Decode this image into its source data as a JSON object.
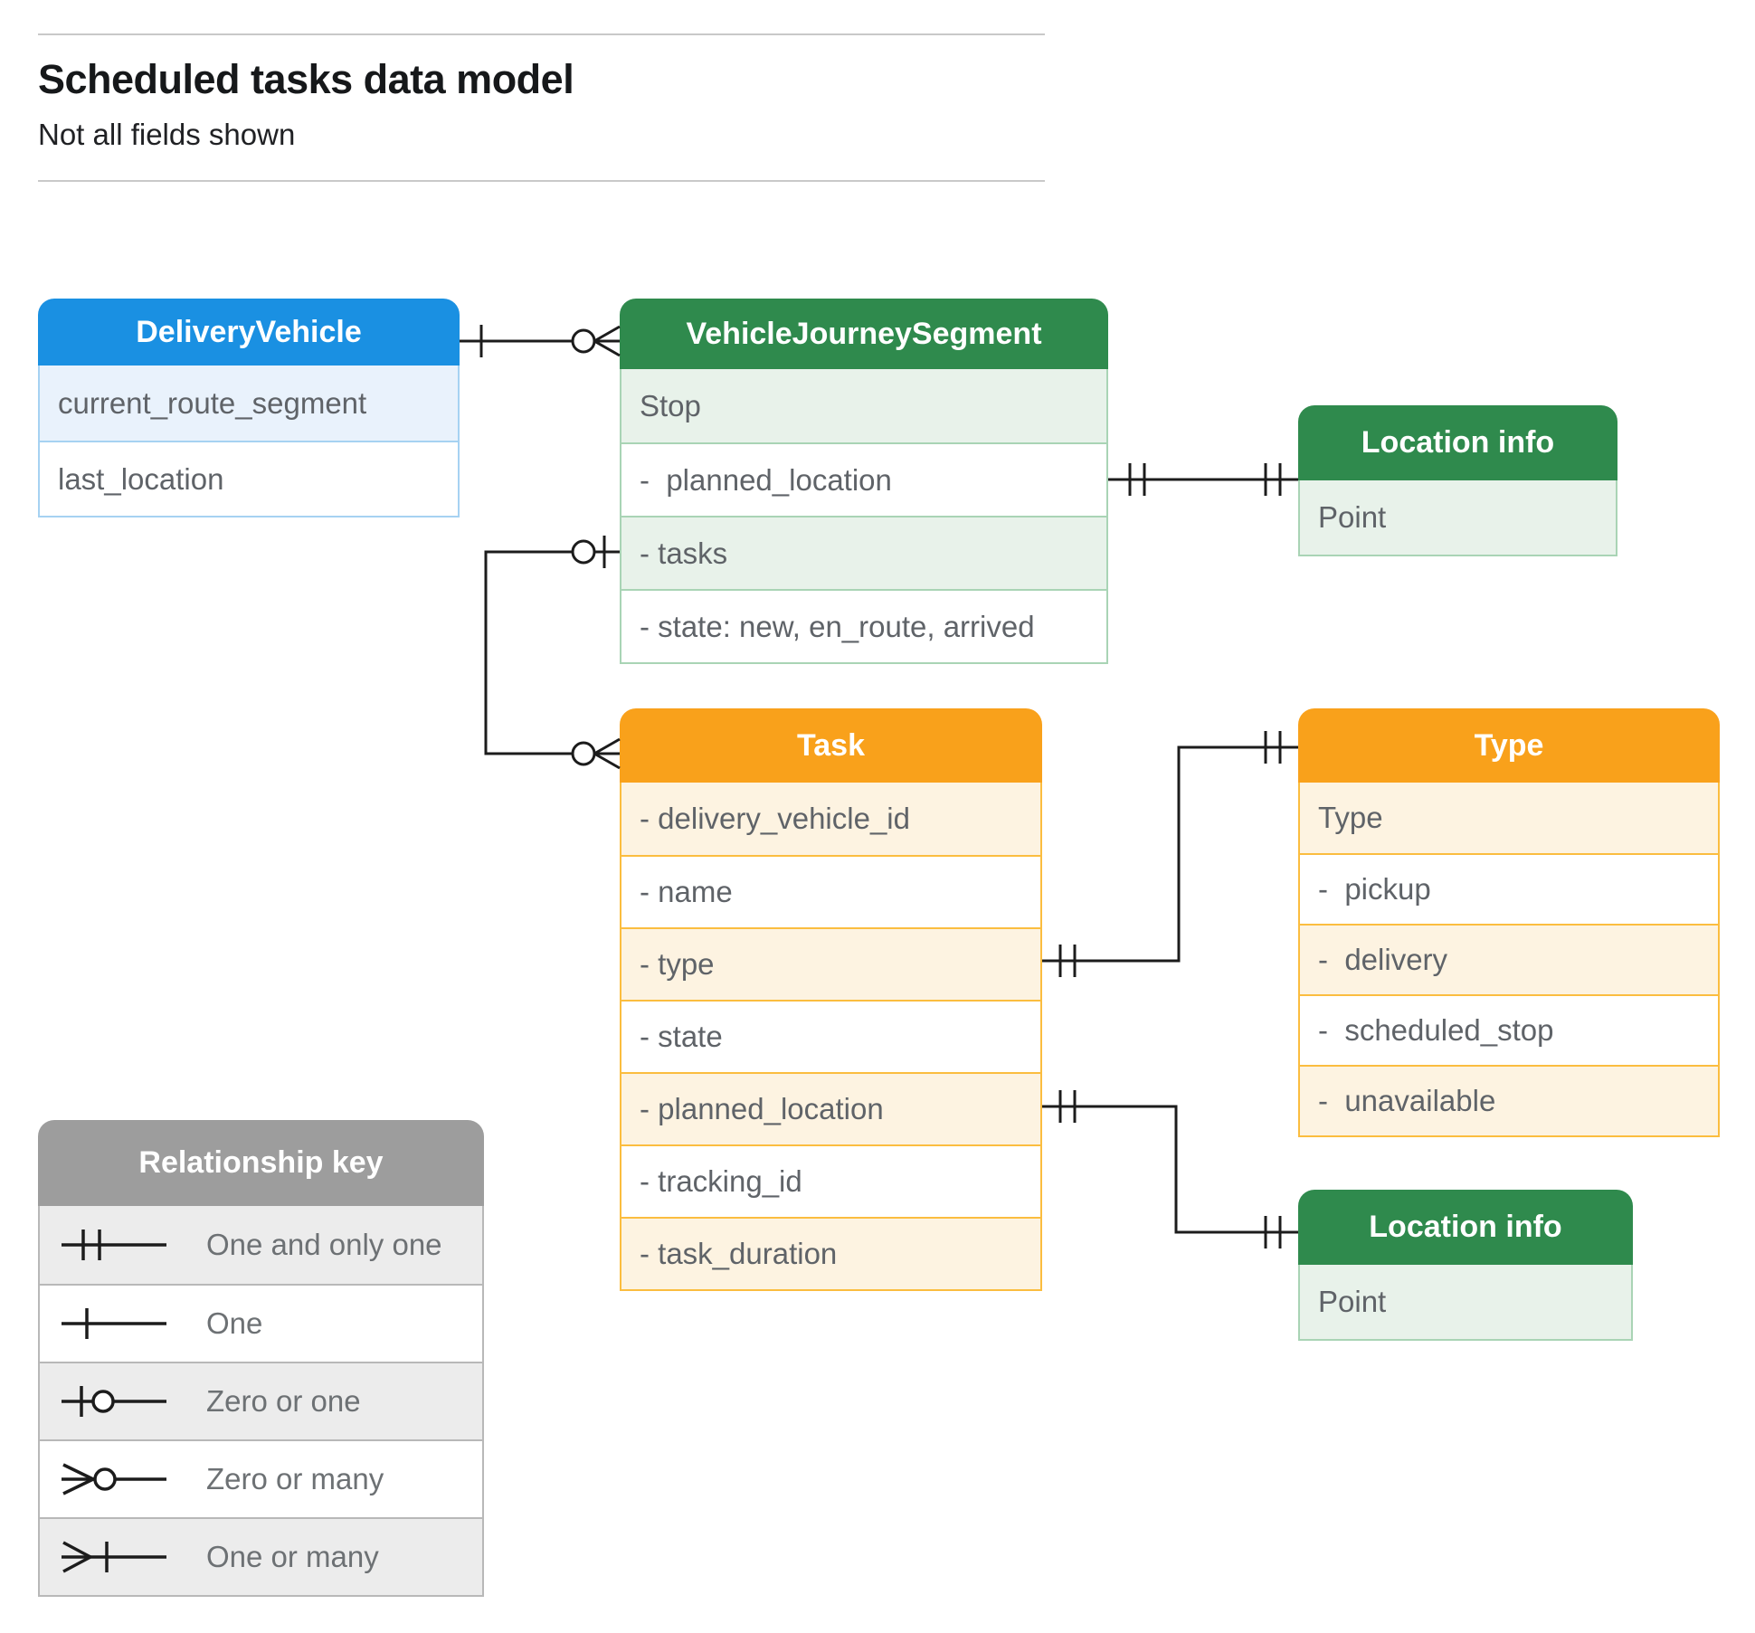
{
  "title": {
    "heading": "Scheduled tasks data model",
    "subheading": "Not all fields shown"
  },
  "entities": {
    "delivery_vehicle": {
      "name": "DeliveryVehicle",
      "rows": [
        "current_route_segment",
        "last_location"
      ]
    },
    "vehicle_journey_segment": {
      "name": "VehicleJourneySegment",
      "rows": [
        "Stop",
        "-  planned_location",
        "- tasks",
        "- state: new, en_route, arrived"
      ]
    },
    "location_info_top": {
      "name": "Location info",
      "rows": [
        "Point"
      ]
    },
    "task": {
      "name": "Task",
      "rows": [
        "- delivery_vehicle_id",
        "- name",
        "- type",
        "- state",
        "- planned_location",
        "- tracking_id",
        "- task_duration"
      ]
    },
    "type": {
      "name": "Type",
      "rows": [
        "Type",
        "-  pickup",
        "-  delivery",
        "-  scheduled_stop",
        "-  unavailable"
      ]
    },
    "location_info_bottom": {
      "name": "Location info",
      "rows": [
        "Point"
      ]
    }
  },
  "legend": {
    "title": "Relationship key",
    "items": [
      "One and only one",
      "One",
      "Zero or one",
      "Zero or many",
      "One or many"
    ]
  },
  "relationships": [
    "DeliveryVehicle one — zero or many VehicleJourneySegment",
    "VehicleJourneySegment.planned_location one and only one — one and only one Location info",
    "VehicleJourneySegment.tasks zero or one — zero or many Task",
    "Task.type one and only one — one and only one Type",
    "Task.planned_location one and only one — one and only one Location info"
  ],
  "colors": {
    "blue_header": "#1a90e2",
    "blue_border": "#a6d2f2",
    "blue_tint": "#e9f2fc",
    "green_header": "#2f8a4d",
    "green_border": "#a9d4b5",
    "green_tint": "#e8f2ea",
    "orange_header": "#f9a11b",
    "orange_border": "#fbbd3f",
    "orange_tint": "#fdf3e1",
    "gray_header": "#9d9d9d",
    "gray_border": "#b8b8b8",
    "gray_tint": "#ececec",
    "line": "#1c1c1c",
    "row_text": "#5f6368"
  }
}
